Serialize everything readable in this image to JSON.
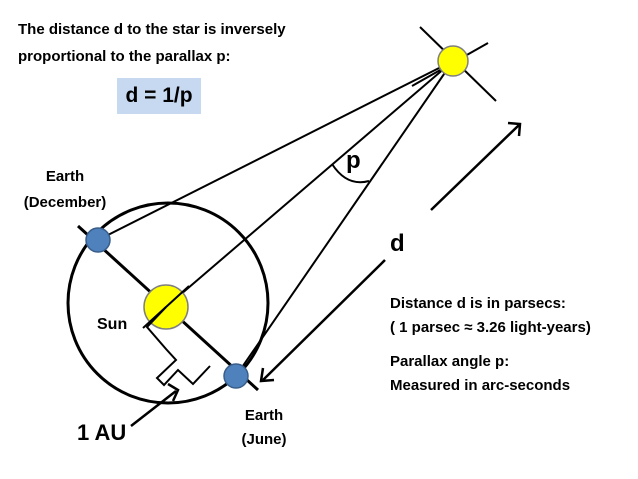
{
  "intro": {
    "line1": "The distance d to the star is inversely",
    "line2": "proportional to the parallax p:"
  },
  "formula": "d = 1/p",
  "labels": {
    "earth_december_1": "Earth",
    "earth_december_2": "(December)",
    "sun": "Sun",
    "earth_june_1": "Earth",
    "earth_june_2": "(June)",
    "au": "1 AU",
    "parallax": "p",
    "distance": "d"
  },
  "info": {
    "parsecs_line1": "Distance d is in parsecs:",
    "parsecs_line2": "( 1 parsec  ≈ 3.26 light-years)",
    "angle_line1": "Parallax angle p:",
    "angle_line2": "Measured in arc-seconds"
  },
  "colors": {
    "sun": "#ffff00",
    "star": "#ffff00",
    "earth": "#4f81bd",
    "formula_box": "#c6d9f1",
    "lines": "#000000"
  }
}
